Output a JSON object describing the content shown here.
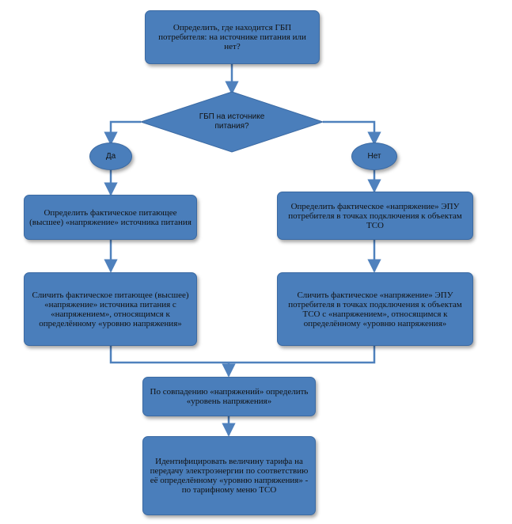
{
  "colors": {
    "fill": "#4a7ebb",
    "border": "#3b6aa3",
    "line": "#4f81bd",
    "text": "#111111"
  },
  "nodes": {
    "start": "Определить, где находится ГБП потребителя: на источнике питания или нет?",
    "decision": "ГБП на источнике питания?",
    "yes": "Да",
    "no": "Нет",
    "left1": "Определить фактическое питающее (высшее) «напряжение» источника питания",
    "right1": "Определить фактическое «напряжение» ЭПУ потребителя в точках подключения к объектам ТСО",
    "left2": "Сличить фактическое питающее (высшее) «напряжение» источника питания с «напряжением», относящимся к определённому «уровню напряжения»",
    "right2": "Сличить фактическое «напряжение» ЭПУ потребителя в точках подключения к объектам ТСО с «напряжением», относящимся к определённому «уровню напряжения»",
    "merge": "По совпадению «напряжений» определить «уровень напряжения»",
    "final": "Идентифицировать величину тарифа на передачу электроэнергии по соответствию её определённому «уровню напряжения» - по тарифному меню ТСО"
  }
}
